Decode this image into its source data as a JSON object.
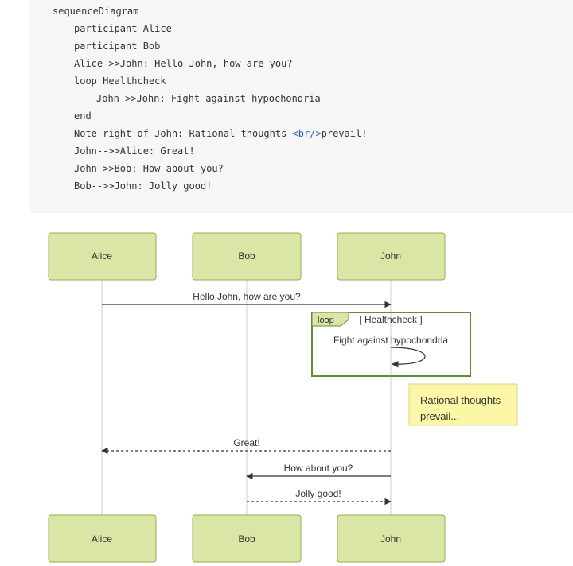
{
  "code": {
    "lines": [
      {
        "indent": 0,
        "text": "sequenceDiagram"
      },
      {
        "indent": 1,
        "text": "participant Alice"
      },
      {
        "indent": 1,
        "text": "participant Bob"
      },
      {
        "indent": 1,
        "text": "Alice->>John: Hello John, how are you?"
      },
      {
        "indent": 1,
        "text": "loop Healthcheck"
      },
      {
        "indent": 2,
        "text": "John->>John: Fight against hypochondria"
      },
      {
        "indent": 1,
        "text": "end"
      },
      {
        "indent": 1,
        "text": "Note right of John: Rational thoughts ",
        "tag": "<br/>",
        "after": "prevail!"
      },
      {
        "indent": 1,
        "text": "John-->>Alice: Great!"
      },
      {
        "indent": 1,
        "text": "John->>Bob: How about you?"
      },
      {
        "indent": 1,
        "text": "Bob-->>John: Jolly good!"
      }
    ]
  },
  "diagram": {
    "participants": [
      "Alice",
      "Bob",
      "John"
    ],
    "messages": [
      {
        "from": "Alice",
        "to": "John",
        "text": "Hello John, how are you?",
        "style": "solid"
      },
      {
        "from": "John",
        "to": "Alice",
        "text": "Great!",
        "style": "dotted"
      },
      {
        "from": "John",
        "to": "Bob",
        "text": "How about you?",
        "style": "solid"
      },
      {
        "from": "Bob",
        "to": "John",
        "text": "Jolly good!",
        "style": "dotted"
      }
    ],
    "loop": {
      "keyword": "loop",
      "label": "[ Healthcheck ]",
      "message": "Fight against hypochondria"
    },
    "note": {
      "lines": [
        "Rational thoughts",
        "prevail..."
      ]
    },
    "colors": {
      "actor_fill": "#d9e6a6",
      "actor_stroke": "#8fb05a",
      "loop_stroke": "#5f8f3a",
      "note_fill": "#fbf7a6",
      "note_stroke": "#d8d48c",
      "line": "#333333",
      "lifeline": "#cfcfcf"
    }
  }
}
